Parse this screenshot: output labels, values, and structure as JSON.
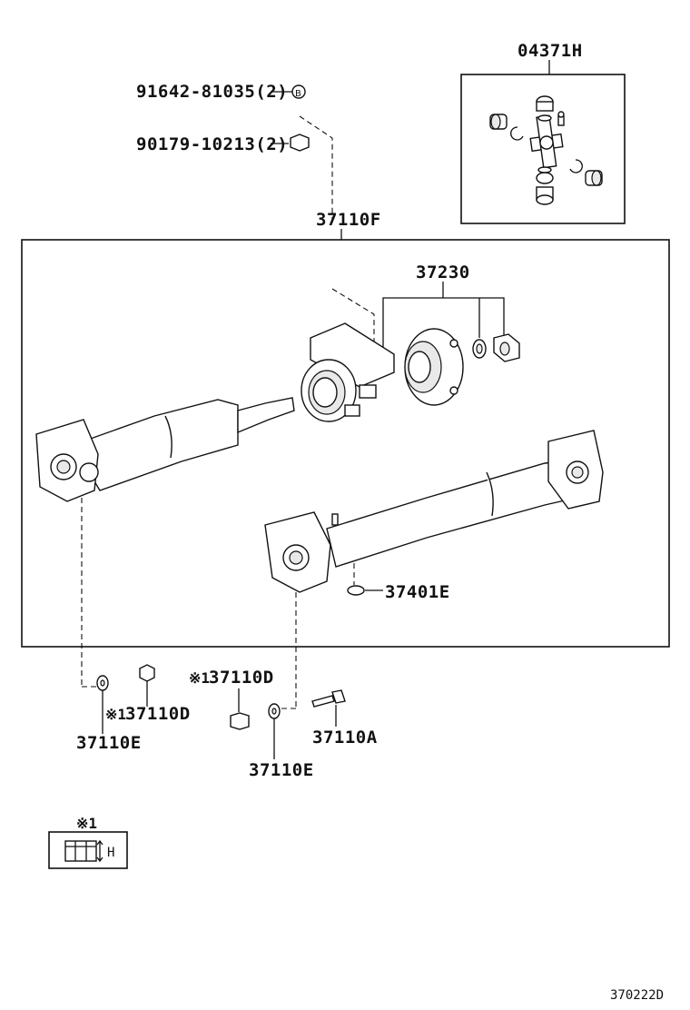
{
  "labels": {
    "kit_04371H": "04371H",
    "bolt_91642": "91642-81035(2)",
    "nut_90179": "90179-10213(2)",
    "shaft_37110F": "37110F",
    "bearing_37230": "37230",
    "washer_37401E": "37401E",
    "nut_37110D_top": "37110D",
    "nut_37110D_left": "37110D",
    "washer_37110E_left": "37110E",
    "bolt_37110A": "37110A",
    "washer_37110E_right": "37110E",
    "ref_mark": "※1",
    "ref_mark_2": "※1",
    "ref_mark_3": "※1",
    "height_label": "H",
    "bolt_mark_letter": "B",
    "footer_code": "370222D"
  },
  "icons": {
    "reference": "reference-mark-icon",
    "nut_height": "nut-height-icon"
  }
}
